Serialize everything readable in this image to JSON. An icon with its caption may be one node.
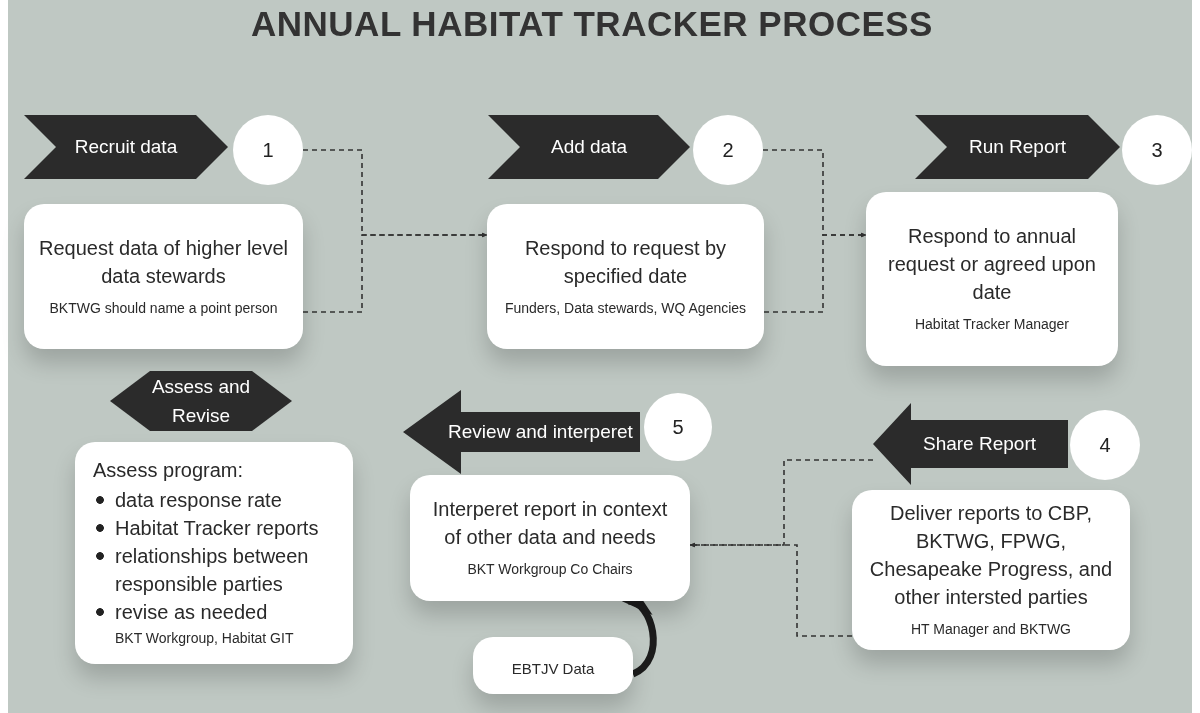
{
  "diagram": {
    "title": "ANNUAL HABITAT TRACKER PROCESS",
    "nodes": [
      {
        "text": [
          "Recruit data"
        ]
      },
      {
        "text": [
          "1"
        ]
      },
      {
        "text": [
          "Request data of higher level data stewards",
          "BKTWG should name a point person"
        ]
      },
      {
        "text": [
          "Add data"
        ]
      },
      {
        "text": [
          "2"
        ]
      },
      {
        "text": [
          "Respond to request by specified date",
          "Funders, Data stewards, WQ Agencies"
        ]
      },
      {
        "text": [
          "Run Report"
        ]
      },
      {
        "text": [
          "3"
        ]
      },
      {
        "text": [
          "Respond to annual request or agreed upon date",
          "Habitat Tracker Manager"
        ]
      },
      {
        "text": [
          "Share Report"
        ]
      },
      {
        "text": [
          "4"
        ]
      },
      {
        "text": [
          "Deliver reports to CBP, BKTWG, FPWG, Chesapeake Progress, and other intersted parties",
          "HT Manager and BKTWG"
        ]
      },
      {
        "text": [
          "Review and interperet"
        ]
      },
      {
        "text": [
          "5"
        ]
      },
      {
        "text": [
          "Interperet report in context of other data and needs",
          "BKT Workgroup Co Chairs"
        ]
      },
      {
        "text": [
          "EBTJV Data"
        ]
      },
      {
        "text": [
          "Assess and Revise"
        ]
      },
      {
        "text": [
          "Assess program:",
          "data response rate",
          "Habitat Tracker reports",
          "relationships between responsible parties",
          "revise as needed",
          "BKT Workgroup, Habitat GIT"
        ]
      }
    ],
    "edges": [
      {
        "from": 1,
        "to": 5,
        "arrow": "to",
        "style": "dashed"
      },
      {
        "from": 2,
        "to": 5,
        "arrow": "to",
        "style": "dashed"
      },
      {
        "from": 4,
        "to": 8,
        "arrow": "to",
        "style": "dashed"
      },
      {
        "from": 5,
        "to": 8,
        "arrow": "to",
        "style": "dashed"
      },
      {
        "from": 9,
        "to": 14,
        "arrow": "to",
        "style": "dashed"
      },
      {
        "from": 11,
        "to": 14,
        "arrow": "to",
        "style": "dashed"
      },
      {
        "from": 15,
        "to": 14,
        "arrow": "to",
        "style": "thick"
      }
    ]
  }
}
